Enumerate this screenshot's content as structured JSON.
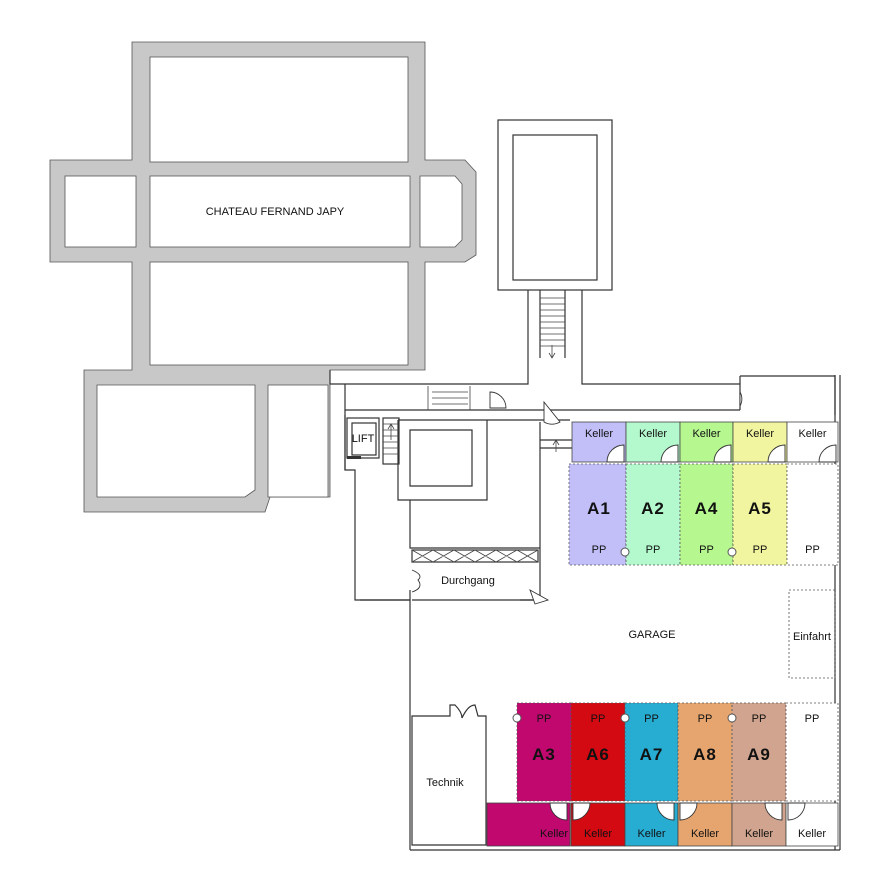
{
  "title": "CHATEAU FERNAND JAPY",
  "labels": {
    "lift": "LIFT",
    "durchgang": "Durchgang",
    "garage": "GARAGE",
    "einfahrt": "Einfahrt",
    "technik": "Technik"
  },
  "top_row": [
    {
      "unit": "A1",
      "keller": "Keller",
      "pp": "PP",
      "color": "#c2bff8"
    },
    {
      "unit": "A2",
      "keller": "Keller",
      "pp": "PP",
      "color": "#b4f9cd"
    },
    {
      "unit": "A4",
      "keller": "Keller",
      "pp": "PP",
      "color": "#b6f790"
    },
    {
      "unit": "A5",
      "keller": "Keller",
      "pp": "PP",
      "color": "#f2f59f"
    },
    {
      "unit": "",
      "keller": "Keller",
      "pp": "PP",
      "color": "#ffffff"
    }
  ],
  "bottom_row": [
    {
      "unit": "A3",
      "keller": "Keller",
      "pp": "PP",
      "color": "#c0086e"
    },
    {
      "unit": "A6",
      "keller": "Keller",
      "pp": "PP",
      "color": "#d40a12"
    },
    {
      "unit": "A7",
      "keller": "Keller",
      "pp": "PP",
      "color": "#27acd2"
    },
    {
      "unit": "A8",
      "keller": "Keller",
      "pp": "PP",
      "color": "#e6a56e"
    },
    {
      "unit": "A9",
      "keller": "Keller",
      "pp": "PP",
      "color": "#d0a48e"
    },
    {
      "unit": "",
      "keller": "Keller",
      "pp": "PP",
      "color": "#ffffff"
    }
  ],
  "colors": {
    "wall": "#c8c8c8"
  }
}
